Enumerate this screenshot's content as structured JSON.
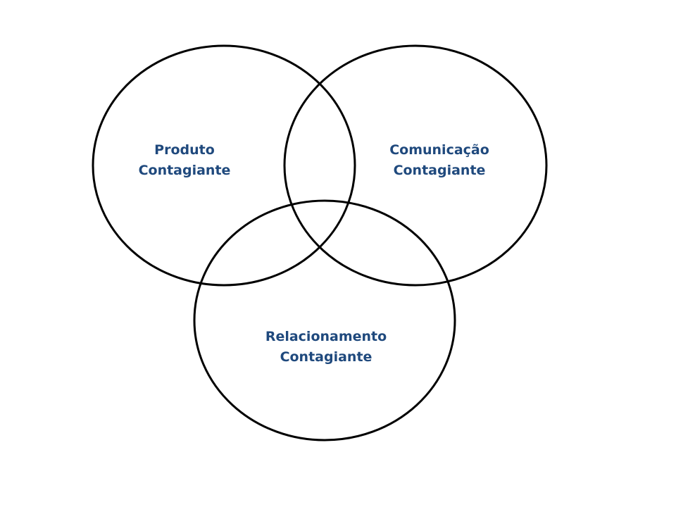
{
  "diagram": {
    "type": "venn",
    "circles": [
      {
        "id": "produto",
        "line1": "Produto",
        "line2": "Contagiante"
      },
      {
        "id": "comunicacao",
        "line1": "Comunicação",
        "line2": "Contagiante"
      },
      {
        "id": "relacionamento",
        "line1": "Relacionamento",
        "line2": "Contagiante"
      }
    ],
    "colors": {
      "text": "#1f497d",
      "stroke": "#000000"
    }
  }
}
